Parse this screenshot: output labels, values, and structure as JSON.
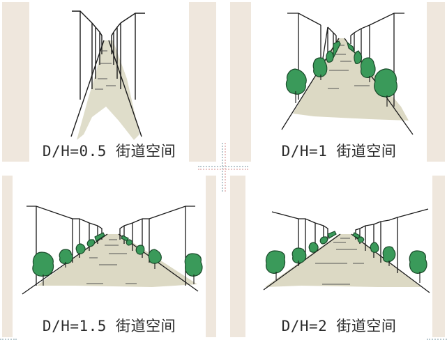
{
  "figure": {
    "panels": [
      {
        "id": "dh-0-5",
        "ratio": "0.5",
        "caption": "D/H=0.5 街道空间",
        "trees": false
      },
      {
        "id": "dh-1",
        "ratio": "1",
        "caption": "D/H=1 街道空间",
        "trees": true
      },
      {
        "id": "dh-1-5",
        "ratio": "1.5",
        "caption": "D/H=1.5 街道空间",
        "trees": true
      },
      {
        "id": "dh-2",
        "ratio": "2",
        "caption": "D/H=2 街道空间",
        "trees": true
      }
    ]
  },
  "colors": {
    "strip": "#efe7dd",
    "road": "#d9d6c0",
    "tree": "#3a9a5a",
    "line": "#1a1a1a",
    "divider_dots": "#b9c9cf"
  }
}
